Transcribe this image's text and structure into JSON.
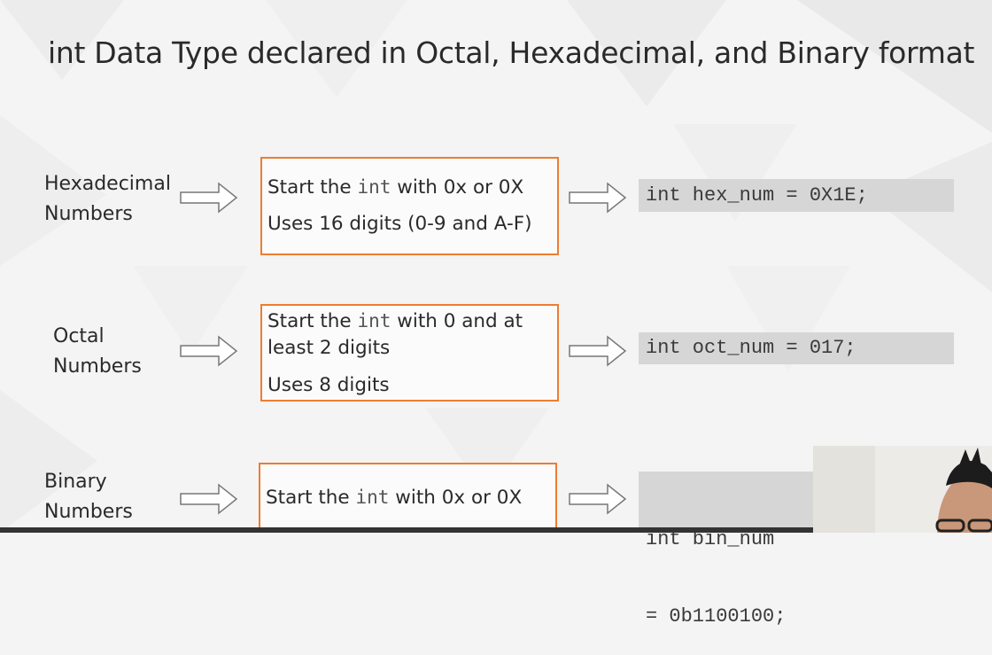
{
  "slide": {
    "title": "int Data Type declared in Octal, Hexadecimal, and Binary format"
  },
  "rows": [
    {
      "label_line1": "Hexadecimal",
      "label_line2": "Numbers",
      "box_line1_pre": "Start the ",
      "box_line1_code": "int",
      "box_line1_post": " with 0x or 0X",
      "box_line2": "Uses 16 digits (0-9 and A-F)",
      "code": "int hex_num = 0X1E;"
    },
    {
      "label_line1": "Octal",
      "label_line2": "Numbers",
      "box_line1_pre": "Start the ",
      "box_line1_code": "int",
      "box_line1_post": " with 0 and at",
      "box_line1b": "least 2 digits",
      "box_line2": "Uses 8 digits",
      "code": "int oct_num = 017;"
    },
    {
      "label_line1": "Binary",
      "label_line2": "Numbers",
      "box_line1_pre": "Start the ",
      "box_line1_code": "int",
      "box_line1_post": " with 0x or 0X",
      "code_line1": "int bin_num",
      "code_line2": "= 0b1100100;"
    }
  ],
  "icons": {
    "arrow": "hollow-right-arrow-icon",
    "webcam": "presenter-webcam-overlay"
  },
  "colors": {
    "box_border": "#ed7d31",
    "code_bg": "#d6d6d6",
    "background": "#f4f4f4"
  }
}
